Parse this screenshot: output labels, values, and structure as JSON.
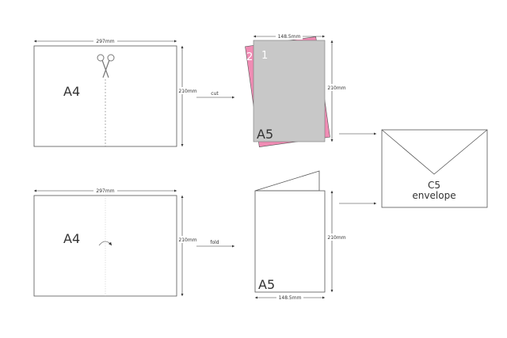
{
  "top": {
    "a4_width": "297mm",
    "a4_height": "210mm",
    "a4_label": "A4",
    "action": "cut",
    "a5_width": "148.5mm",
    "a5_height": "210mm",
    "a5_label": "A5",
    "page_front": "1",
    "page_back": "2",
    "back_sheet_color": "#f08cb4",
    "front_sheet_color": "#c8c8c8"
  },
  "bottom": {
    "a4_width": "297mm",
    "a4_height": "210mm",
    "a4_label": "A4",
    "action": "fold",
    "a5_width": "148.5mm",
    "a5_height": "210mm",
    "a5_label": "A5"
  },
  "envelope": {
    "line1": "C5",
    "line2": "envelope"
  },
  "icons": [
    "scissors-icon",
    "fold-arrow-icon"
  ]
}
